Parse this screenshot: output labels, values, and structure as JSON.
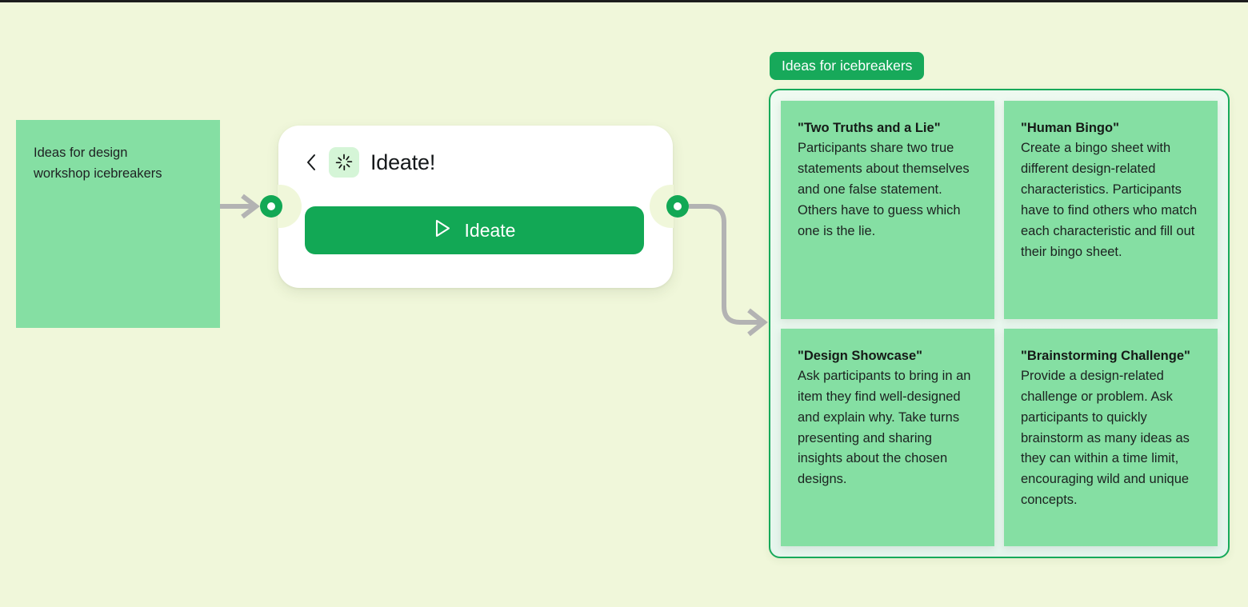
{
  "canvas": {
    "background_color": "#f0f7da",
    "accent_green": "#12a855",
    "note_green": "#85dfa3",
    "wire_color": "#b3b3b3"
  },
  "input_note": {
    "name": "input-sticky-note",
    "text": "Ideas for design\nworkshop icebreakers"
  },
  "ideate_card": {
    "title": "Ideate!",
    "back_icon": "chevron-left-icon",
    "node_icon": "sparkle-burst-icon",
    "run_button": {
      "label": "Ideate",
      "icon": "play-icon"
    },
    "input_port_label": "input-port",
    "output_port_label": "output-port"
  },
  "output": {
    "label": "Ideas for icebreakers",
    "cards": [
      {
        "title": "\"Two Truths and a Lie\"",
        "body": "Participants share two true statements about themselves and one false statement. Others have to guess which one is the lie."
      },
      {
        "title": "\"Human Bingo\"",
        "body": "Create a bingo sheet with different design-related characteristics. Participants have to find others who match each characteristic and fill out their bingo sheet."
      },
      {
        "title": "\"Design Showcase\"",
        "body": "Ask participants to bring in an item they find well-designed and explain why. Take turns presenting and sharing insights about the chosen designs."
      },
      {
        "title": "\"Brainstorming Challenge\"",
        "body": "Provide a design-related challenge or problem. Ask participants to quickly brainstorm as many ideas as they can within a time limit, encouraging wild and unique concepts."
      }
    ]
  }
}
